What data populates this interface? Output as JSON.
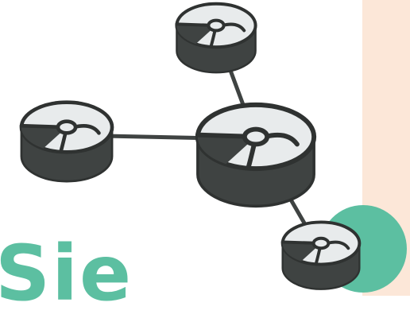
{
  "heading": {
    "text": "Sie"
  },
  "colors": {
    "background": "#ffffff",
    "peach_panel": "#fce7d8",
    "accent_circle": "#5cbfa1",
    "heading": "#5cbfa1",
    "router_dark": "#3f4342",
    "router_face": "#e8ebec",
    "router_stroke": "#2f3231",
    "link": "#3f4342"
  },
  "diagram": {
    "type": "network-topology",
    "icon": "router-icon",
    "hub": "router-center",
    "nodes": [
      "router-top",
      "router-left",
      "router-center",
      "router-bottom-right"
    ],
    "links": [
      [
        "router-center",
        "router-top"
      ],
      [
        "router-center",
        "router-left"
      ],
      [
        "router-center",
        "router-bottom-right"
      ]
    ]
  }
}
